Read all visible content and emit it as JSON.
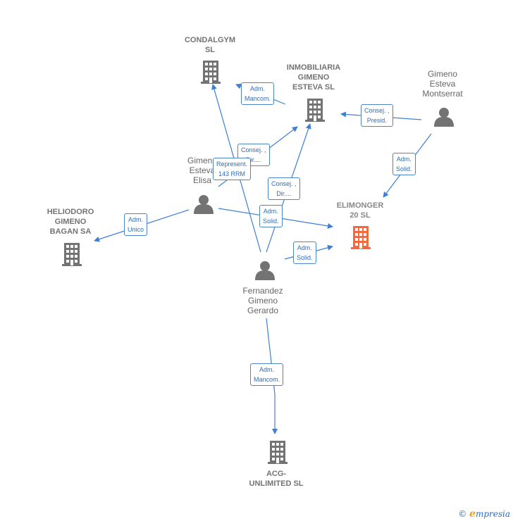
{
  "nodes": {
    "condalgym": {
      "label": "CONDALGYM\nSL",
      "kind": "company"
    },
    "inmobiliaria": {
      "label": "INMOBILIARIA\nGIMENO\nESTEVA  SL",
      "kind": "company"
    },
    "gimeno_montserrat": {
      "label": "Gimeno\nEsteva\nMontserrat",
      "kind": "person"
    },
    "gimeno_elisa": {
      "label": "Gimeno\nEsteva\nElisa",
      "kind": "person"
    },
    "heliodoro": {
      "label": "HELIODORO\nGIMENO\nBAGAN SA",
      "kind": "company"
    },
    "elimonger": {
      "label": "ELIMONGER\n20  SL",
      "kind": "focus"
    },
    "fernandez": {
      "label": "Fernandez\nGimeno\nGerardo",
      "kind": "person"
    },
    "acg": {
      "label": "ACG-\nUNLIMITED  SL",
      "kind": "company"
    }
  },
  "edges": {
    "e1": "Adm.\nMancom.",
    "e2": "Consej. ,\nPresid.",
    "e3": "Adm.\nSolid.",
    "e4": "Consej. ,\nDir....",
    "e5": "Represent.\n143 RRM",
    "e6": "Consej. ,\nDir....",
    "e7": "Adm.\nSolid.",
    "e8": "Adm.\nUnico",
    "e9": "Adm.\nSolid.",
    "e10": "Adm.\nMancom."
  },
  "colors": {
    "edge": "#3d7fd6",
    "company_icon": "#737373",
    "focus_icon": "#f26a3d",
    "person_icon": "#737373"
  },
  "footer": {
    "copyright": "©",
    "brand_e": "e",
    "brand_rest": "mpresia"
  }
}
